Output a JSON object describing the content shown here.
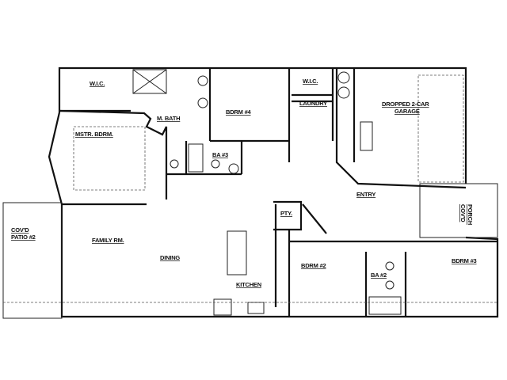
{
  "title": "Floor Plan",
  "rooms": {
    "wic_master": "W.I.C.",
    "master_bath": "M. BATH",
    "master_bedroom": "MSTR. BDRM.",
    "bedroom_4": "BDRM #4",
    "wic_2": "W.I.C.",
    "laundry": "LAUNDRY",
    "garage_line1": "DROPPED 2-CAR",
    "garage_line2": "GARAGE",
    "bath_3": "BA #3",
    "entry": "ENTRY",
    "pantry": "PTY.",
    "patio_line1": "COV'D",
    "patio_line2": "PATIO #2",
    "family_room": "FAMILY RM.",
    "dining": "DINING",
    "kitchen": "KITCHEN",
    "bedroom_2": "BDRM #2",
    "bath_2": "BA #2",
    "bedroom_3": "BDRM #3",
    "porch_line1": "COV'D",
    "porch_line2": "PORCH"
  }
}
